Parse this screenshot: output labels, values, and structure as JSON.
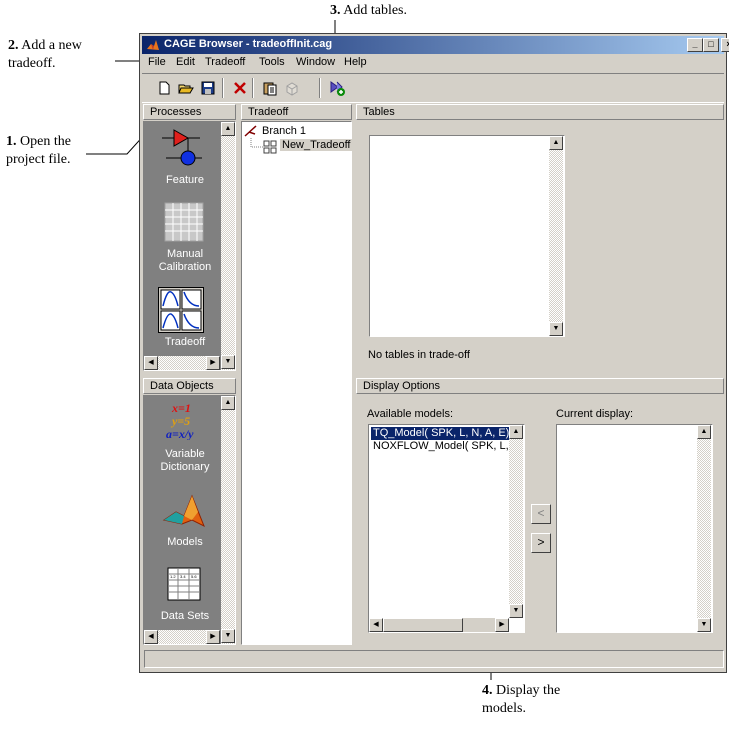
{
  "callouts": {
    "c3": {
      "num": "3.",
      "text": " Add tables."
    },
    "c2": {
      "num": "2.",
      "text": " Add a new",
      "line2": "tradeoff."
    },
    "c1": {
      "num": "1.",
      "text": " Open the",
      "line2": "project file."
    },
    "c4": {
      "num": "4.",
      "text": " Display the",
      "line2": "models."
    }
  },
  "window": {
    "title": "CAGE Browser - tradeoffInit.cag",
    "min": "_",
    "max": "□",
    "close": "×"
  },
  "menu": [
    "File",
    "Edit",
    "Tradeoff",
    "Tools",
    "Window",
    "Help"
  ],
  "processes": {
    "header": "Processes",
    "items": [
      {
        "label": "Feature",
        "icon": "feature-icon"
      },
      {
        "label": "Manual\nCalibration",
        "l1": "Manual",
        "l2": "Calibration",
        "icon": "manual-calibration-icon"
      },
      {
        "label": "Tradeoff",
        "icon": "tradeoff-icon"
      }
    ]
  },
  "data_objects": {
    "header": "Data Objects",
    "items": [
      {
        "l1": "Variable",
        "l2": "Dictionary",
        "icon": "variable-dictionary-icon"
      },
      {
        "label": "Models",
        "icon": "models-icon"
      },
      {
        "label": "Data Sets",
        "icon": "data-sets-icon"
      }
    ]
  },
  "tradeoff_tree": {
    "header": "Tradeoff",
    "branch": "Branch 1",
    "node": "New_Tradeoff"
  },
  "tables": {
    "header": "Tables",
    "empty_text": "No tables in trade-off"
  },
  "display_options": {
    "header": "Display Options",
    "available_label": "Available models:",
    "current_label": "Current display:",
    "available_models": [
      "TQ_Model( SPK, L, N, A, E)",
      "NOXFLOW_Model( SPK, L, N"
    ],
    "selected_index": 0,
    "remove_label": "<",
    "add_label": ">"
  },
  "colors": {
    "title_start": "#0a246a",
    "title_end": "#a6caf0",
    "panel_dark": "#808080",
    "selection": "#0a246a"
  }
}
